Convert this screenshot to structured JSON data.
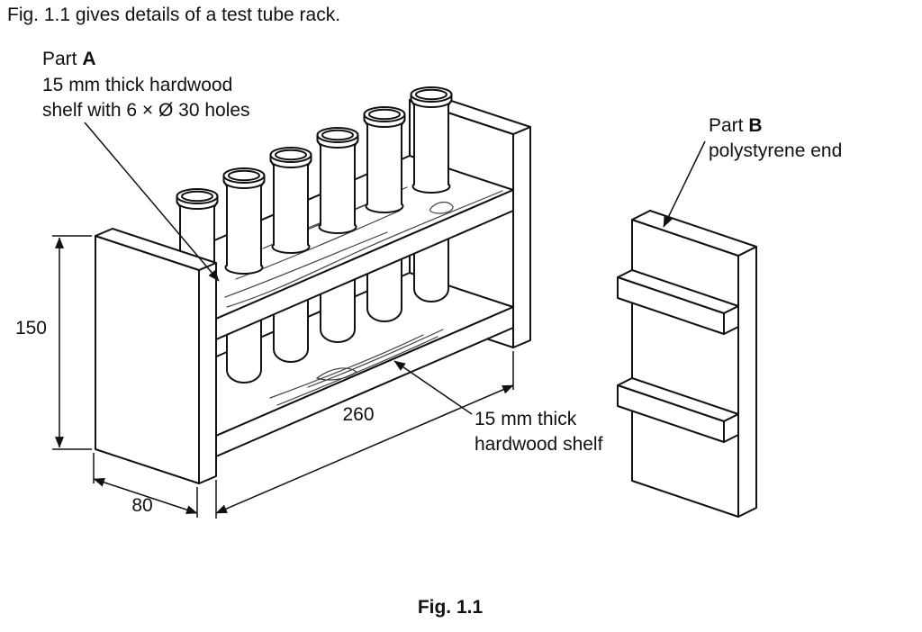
{
  "page": {
    "intro": "Fig. 1.1 gives details of a test tube rack.",
    "caption": "Fig. 1.1"
  },
  "labels": {
    "part_a_prefix": "Part ",
    "part_a_letter": "A",
    "part_a_line2": "15 mm thick hardwood",
    "part_a_line3": "shelf with 6 × Ø 30 holes",
    "part_b_prefix": "Part ",
    "part_b_letter": "B",
    "part_b_line2": "polystyrene end",
    "shelf_note_line1": "15 mm thick",
    "shelf_note_line2": "hardwood shelf"
  },
  "dimensions": {
    "height": "150",
    "length": "260",
    "depth": "80"
  }
}
